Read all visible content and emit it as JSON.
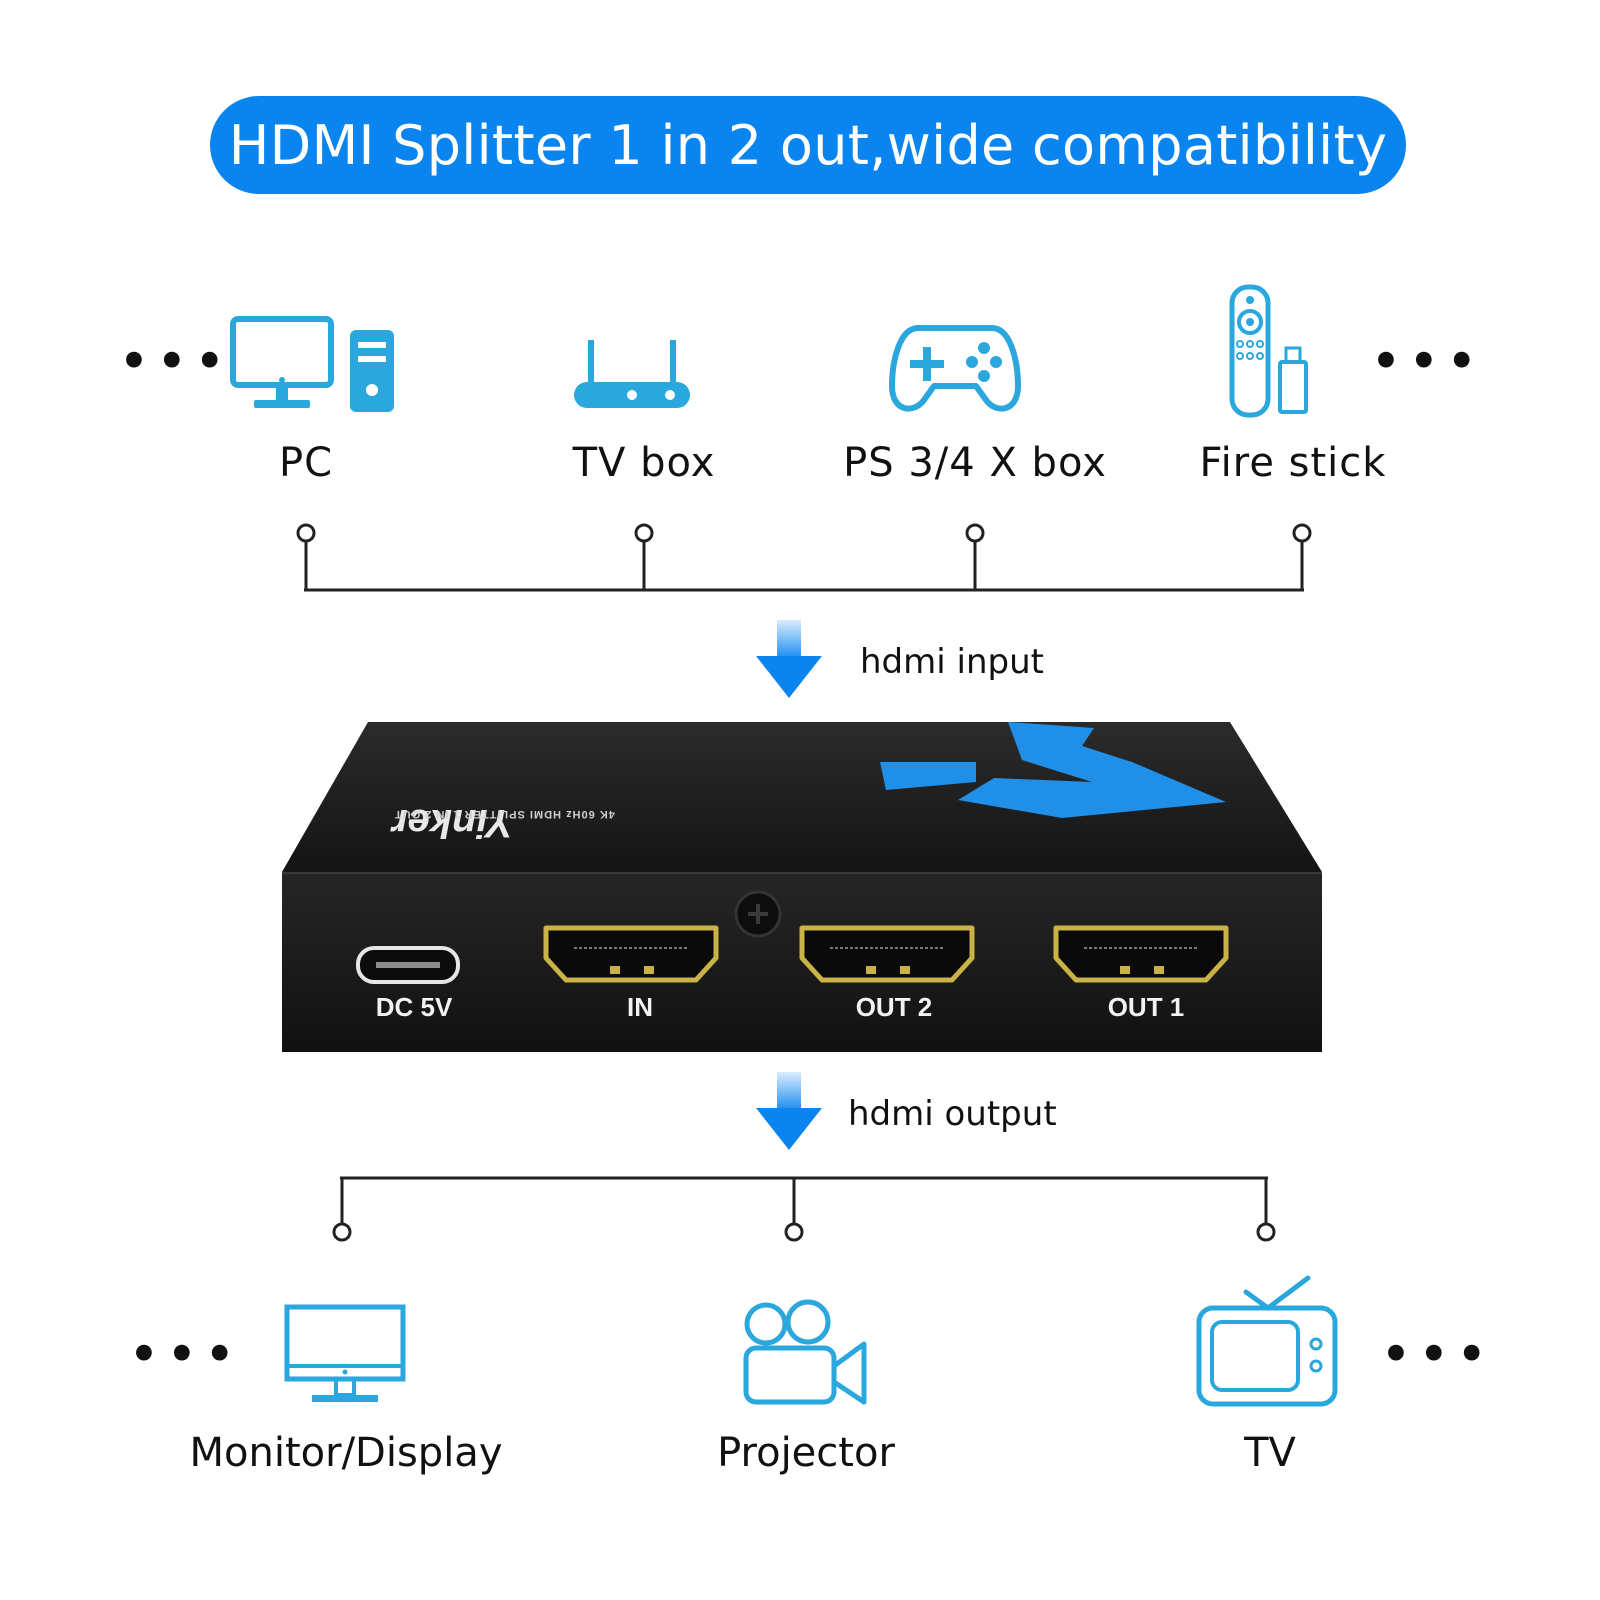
{
  "banner": {
    "title": "HDMI Splitter 1 in 2 out,wide compatibility"
  },
  "colors": {
    "accent": "#0a84ef",
    "icon": "#2aa7dc",
    "device": "#1c1c1c",
    "port": "#c9b347"
  },
  "more_symbol": "•••",
  "inputs": [
    {
      "label": "PC",
      "icon": "pc-icon"
    },
    {
      "label": "TV box",
      "icon": "router-icon"
    },
    {
      "label": "PS 3/4 X box",
      "icon": "gamepad-icon"
    },
    {
      "label": "Fire stick",
      "icon": "fire-stick-icon"
    }
  ],
  "flow": {
    "input_label": "hdmi input",
    "output_label": "hdmi output"
  },
  "device": {
    "brand": "Yinker",
    "model_text": "4K 60Hz HDMI SPLITTER 1 IN 2 OUT",
    "ports": [
      "DC 5V",
      "IN",
      "OUT 2",
      "OUT 1"
    ]
  },
  "outputs": [
    {
      "label": "Monitor/Display",
      "icon": "monitor-icon"
    },
    {
      "label": "Projector",
      "icon": "projector-icon"
    },
    {
      "label": "TV",
      "icon": "tv-icon"
    }
  ]
}
